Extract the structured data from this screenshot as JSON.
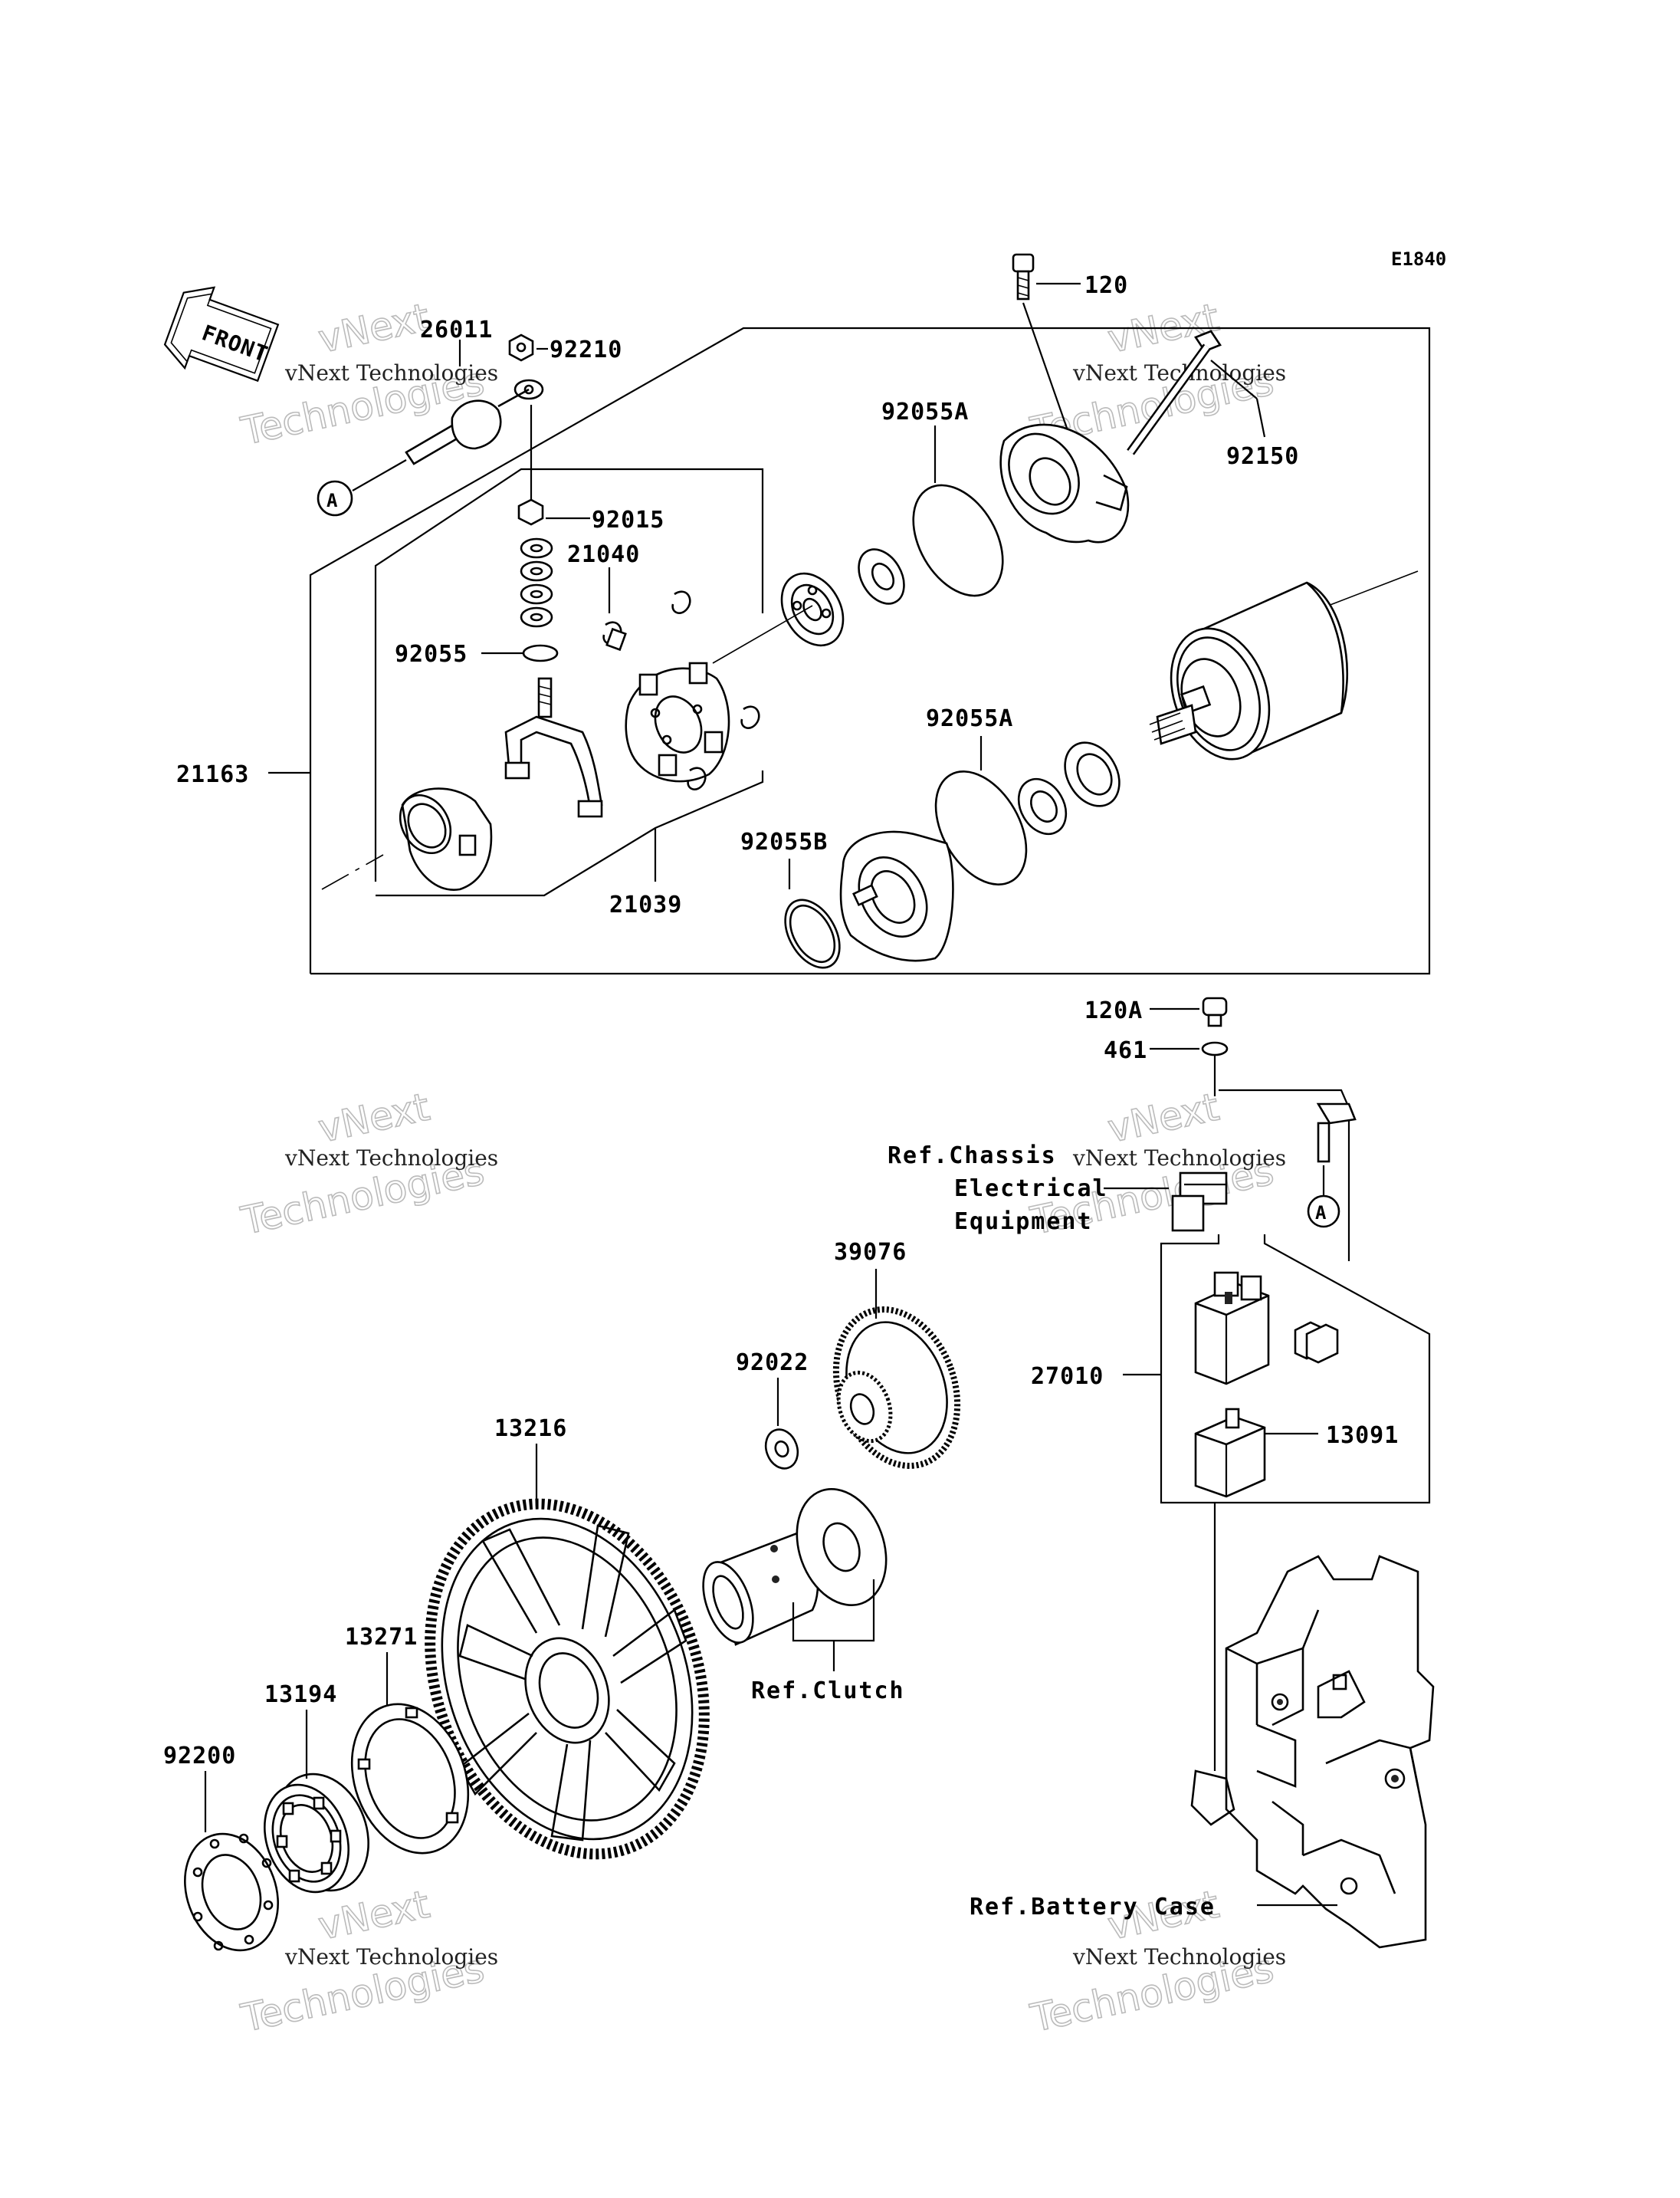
{
  "diagram_code": "E1840",
  "front_label": "FRONT",
  "marker_a": "A",
  "part_numbers": {
    "p120": "120",
    "p92150": "92150",
    "p92210": "92210",
    "p26011": "26011",
    "p92055A_top": "92055A",
    "p92015": "92015",
    "p21040": "21040",
    "p92055": "92055",
    "p21163": "21163",
    "p92055A_mid": "92055A",
    "p92055B": "92055B",
    "p21039": "21039",
    "p120A": "120A",
    "p461": "461",
    "p39076": "39076",
    "p92022": "92022",
    "p27010": "27010",
    "p13091": "13091",
    "p13216": "13216",
    "p13271": "13271",
    "p13194": "13194",
    "p92200": "92200"
  },
  "references": {
    "chassis_line1": "Ref.Chassis",
    "chassis_line2": "Electrical",
    "chassis_line3": "Equipment",
    "clutch": "Ref.Clutch",
    "battery_case": "Ref.Battery Case"
  },
  "watermark": {
    "line1": "vNext Technologies",
    "line2": "Technologies",
    "line3": "vNext"
  }
}
